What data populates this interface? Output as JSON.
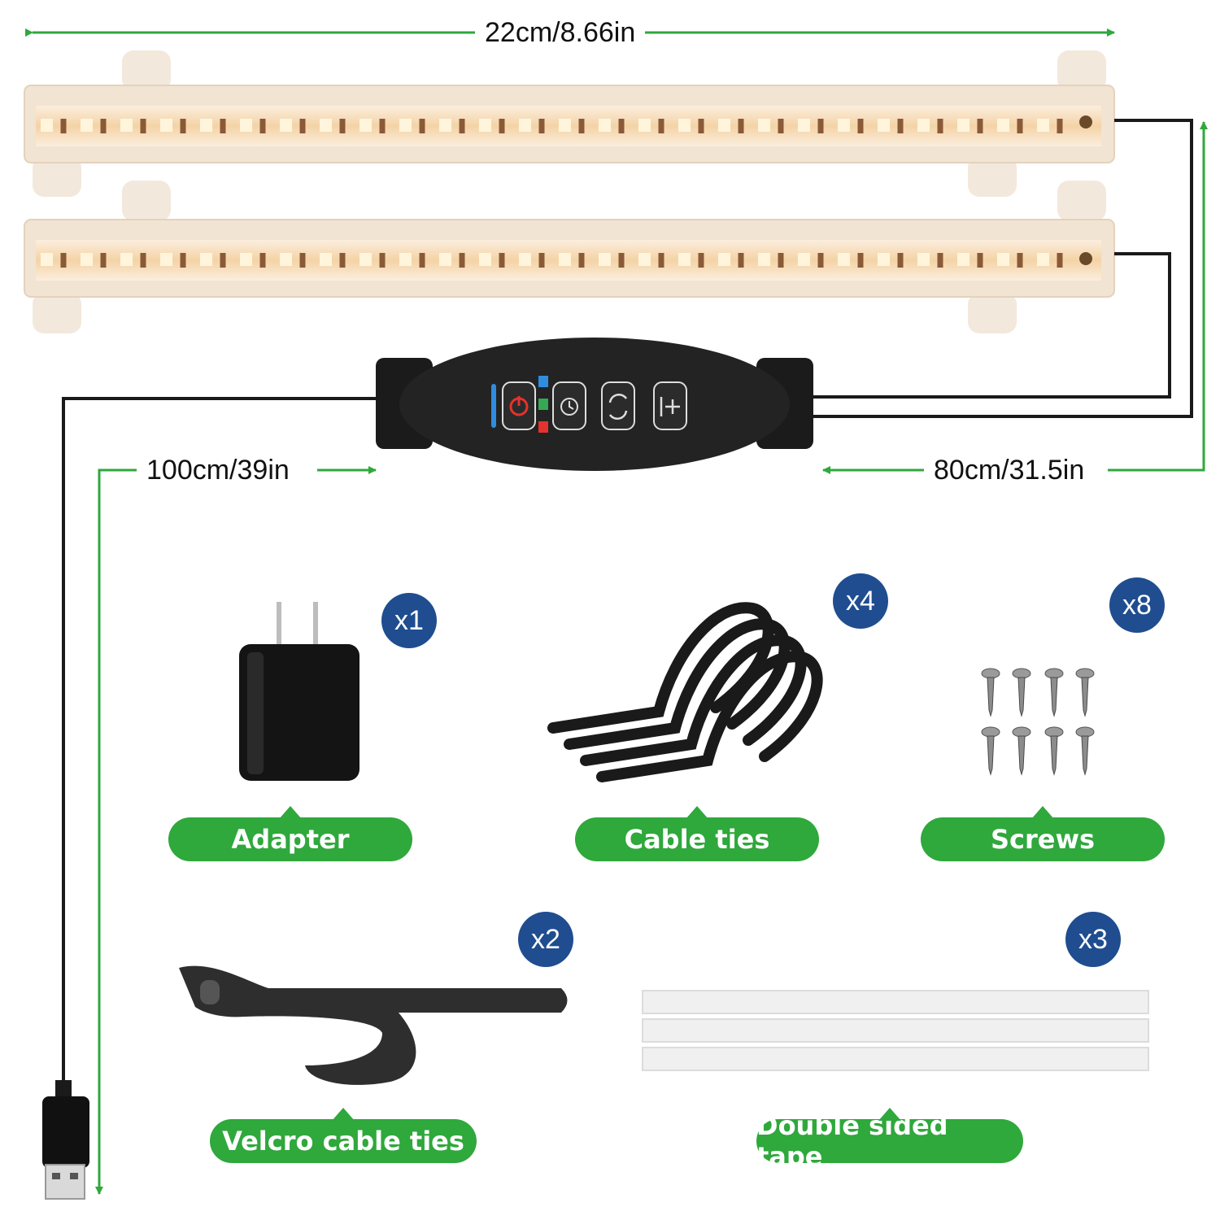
{
  "dimensions": {
    "bar_length": "22cm/8.66in",
    "main_cable": "100cm/39in",
    "bar_cable": "80cm/31.5in"
  },
  "items": [
    {
      "key": "adapter",
      "label": "Adapter",
      "count": "x1"
    },
    {
      "key": "cable_ties",
      "label": "Cable ties",
      "count": "x4"
    },
    {
      "key": "screws",
      "label": "Screws",
      "count": "x8"
    },
    {
      "key": "velcro",
      "label": "Velcro cable ties",
      "count": "x2"
    },
    {
      "key": "tape",
      "label": "Double sided tape",
      "count": "x3"
    }
  ],
  "colors": {
    "accent_green": "#2fa83c",
    "badge_blue": "#1f4d8f",
    "cable": "#1a1a1a",
    "led_glow": "#f6dcb4"
  }
}
